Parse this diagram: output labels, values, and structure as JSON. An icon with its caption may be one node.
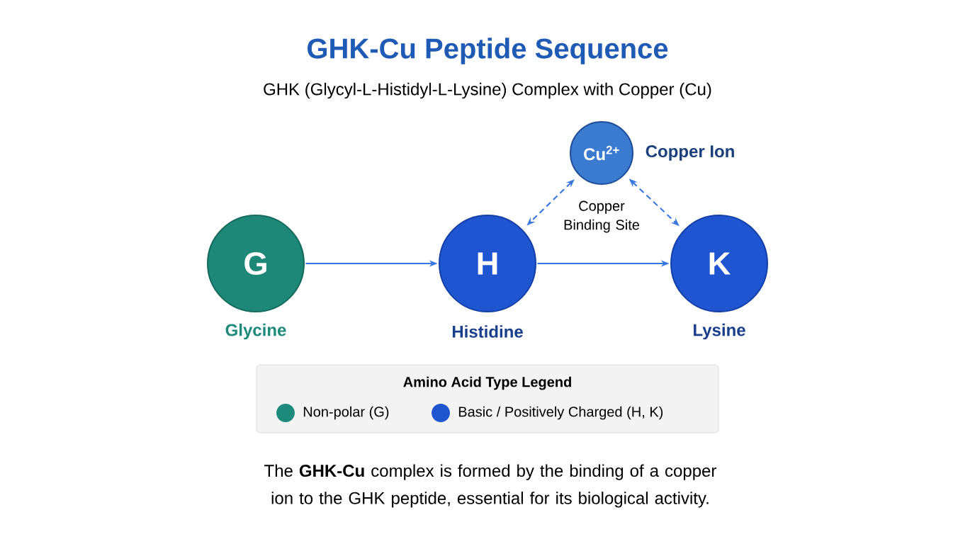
{
  "diagram": {
    "title": "GHK-Cu Peptide Sequence",
    "nodes": [
      {
        "text": [
          "G"
        ],
        "beside": [
          "Glycine"
        ]
      },
      {
        "text": [
          "H"
        ],
        "beside": [
          "Histidine"
        ]
      },
      {
        "text": [
          "K"
        ],
        "beside": [
          "Lysine"
        ]
      },
      {
        "text": [
          "Cu$^{2+}$"
        ],
        "beside": [
          "Copper Ion"
        ]
      }
    ],
    "edges": [
      {
        "from": 0,
        "to": 1,
        "arrow": "to"
      },
      {
        "from": 1,
        "to": 2,
        "arrow": "to"
      },
      {
        "from": 3,
        "to": 1,
        "arrow": "both",
        "style": "dashed"
      },
      {
        "from": 3,
        "to": 2,
        "arrow": "both",
        "style": "dashed"
      }
    ],
    "labels": [
      "GHK (Glycyl-L-Histidyl-L-Lysine) Complex with Copper (Cu)",
      "Copper Binding Site",
      "Amino Acid Type Legend"
    ],
    "legend": [
      {
        "text": "Non-polar (G)",
        "color": "#1d8a7b"
      },
      {
        "text": "Basic / Positively Charged (H, K)",
        "color": "#1f56d0"
      }
    ],
    "caption": "The **GHK-Cu** complex is formed by the binding of a copper ion to the GHK peptide, essential for its biological activity."
  }
}
